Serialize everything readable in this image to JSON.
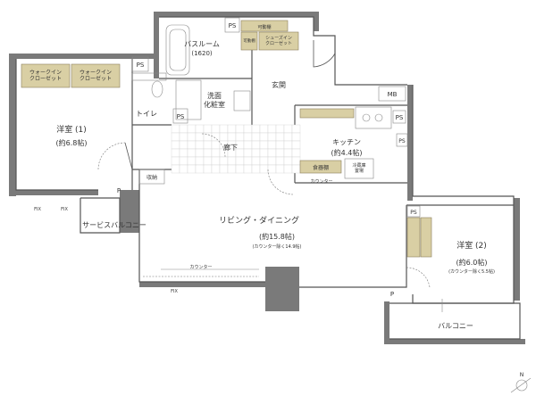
{
  "rooms": {
    "bath": {
      "name": "バスルーム",
      "size": "(1620)"
    },
    "storage_top": "可動棚",
    "storage_top2": "可動棚",
    "shoes_in": "シューズイン\nクローゼット",
    "senmen": "洗面\n化粧室",
    "genkan": "玄関",
    "mb": "MB",
    "ps_labels": [
      "PS",
      "PS",
      "PS",
      "PS",
      "PS",
      "PS"
    ],
    "toilet": "トイレ",
    "western1": {
      "name": "洋室 (1)",
      "size": "(約6.8帖)"
    },
    "walkin1": "ウォークイン\nクローゼット",
    "walkin2": "ウォークイン\nクローゼット",
    "closet_shuno": "収納",
    "hallway": "廊下",
    "kitchen": {
      "name": "キッチン",
      "size": "(約4.4帖)"
    },
    "shokki": "食器棚",
    "reizoko": "冷蔵庫\n置場",
    "counter_k": "カウンター",
    "ldk": {
      "name": "リビング・ダイニング",
      "size": "(約15.8帖)",
      "note": "(カウンター除く14.9帖)"
    },
    "counter_l": "カウンター",
    "western2": {
      "name": "洋室 (2)",
      "size": "(約6.0帖)",
      "note": "(カウンター除く5.5帖)"
    },
    "service_balcony": "サービスバルコニー",
    "balcony": "バルコニー",
    "fix": [
      "FIX",
      "FIX",
      "FIX"
    ],
    "p_marks": [
      "P",
      "P"
    ],
    "north_mark": "N"
  }
}
